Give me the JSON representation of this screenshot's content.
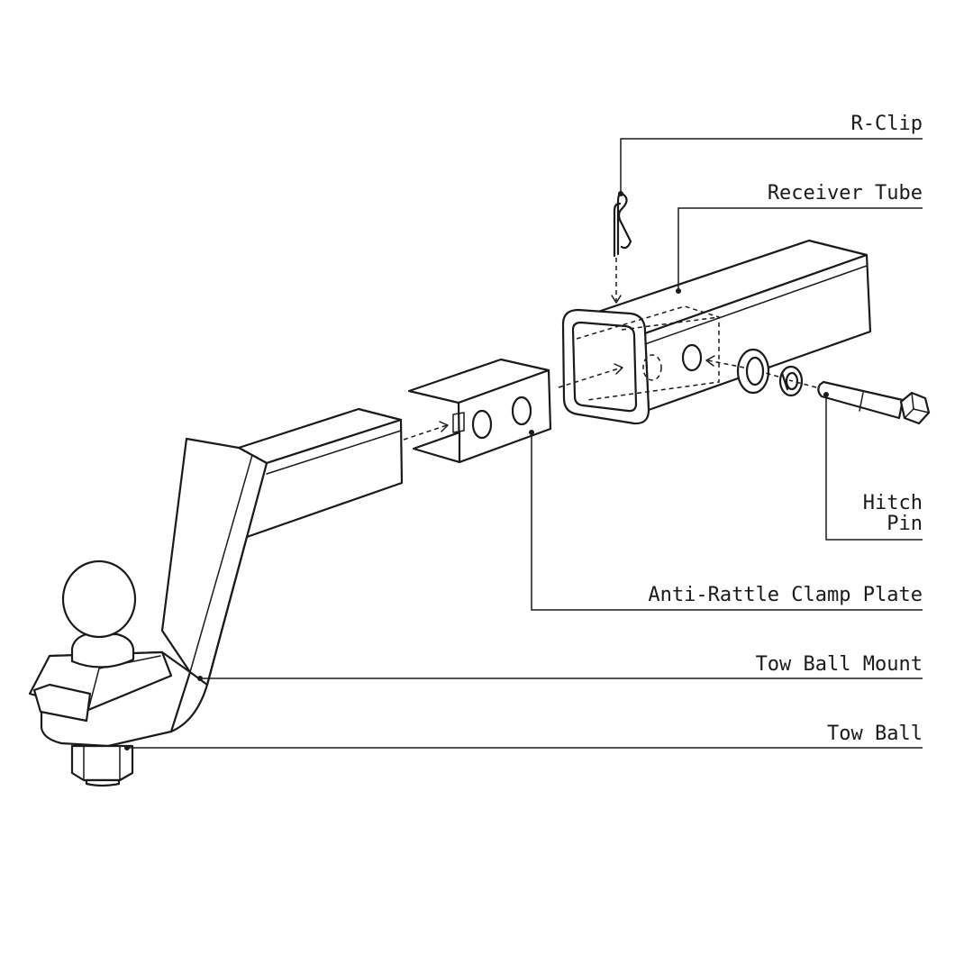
{
  "labels": {
    "r_clip": "R-Clip",
    "receiver_tube": "Receiver Tube",
    "hitch_pin_line1": "Hitch",
    "hitch_pin_line2": "Pin",
    "anti_rattle_clamp_plate": "Anti-Rattle Clamp Plate",
    "tow_ball_mount": "Tow Ball Mount",
    "tow_ball": "Tow Ball"
  },
  "colors": {
    "line": "#1a1a1a",
    "background": "#ffffff"
  }
}
